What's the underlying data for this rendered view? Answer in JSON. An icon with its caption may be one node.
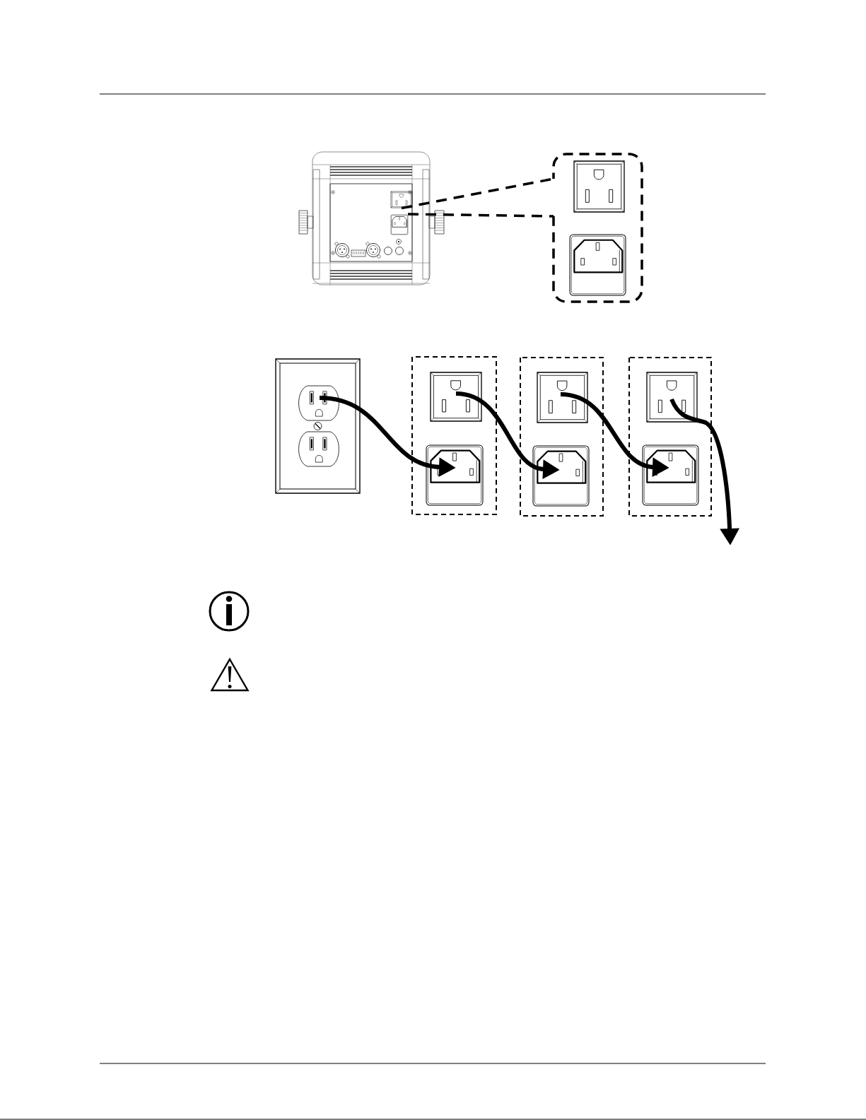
{
  "diagram": {
    "nodes": [
      {
        "text": [],
        "shape": "picture"
      },
      {
        "text": [],
        "shape": "picture",
        "in": 0
      },
      {
        "text": [],
        "shape": "picture",
        "in": 0
      },
      {
        "text": [],
        "shape": "box"
      },
      {
        "text": [],
        "shape": "picture",
        "in": 3
      },
      {
        "text": [],
        "shape": "picture",
        "in": 3
      },
      {
        "text": [],
        "shape": "picture"
      },
      {
        "text": [],
        "shape": "picture",
        "in": 6
      },
      {
        "text": [],
        "shape": "picture",
        "in": 6
      },
      {
        "text": [],
        "shape": "box"
      },
      {
        "text": [],
        "shape": "picture",
        "in": 9
      },
      {
        "text": [],
        "shape": "picture",
        "in": 9
      },
      {
        "text": [],
        "shape": "box"
      },
      {
        "text": [],
        "shape": "picture",
        "in": 12
      },
      {
        "text": [],
        "shape": "picture",
        "in": 12
      },
      {
        "text": [],
        "shape": "box"
      },
      {
        "text": [],
        "shape": "picture",
        "in": 15
      },
      {
        "text": [],
        "shape": "picture",
        "in": 15
      }
    ],
    "edges": [
      {
        "from": 1,
        "to": 3,
        "arrow": "none",
        "style": "dashed"
      },
      {
        "from": 2,
        "to": 3,
        "arrow": "none",
        "style": "dashed"
      },
      {
        "from": 7,
        "to": 11,
        "arrow": "to"
      },
      {
        "from": 10,
        "to": 14,
        "arrow": "to"
      },
      {
        "from": 13,
        "to": 17,
        "arrow": "to"
      },
      {
        "from": 16,
        "to": null,
        "arrow": "to"
      }
    ]
  }
}
